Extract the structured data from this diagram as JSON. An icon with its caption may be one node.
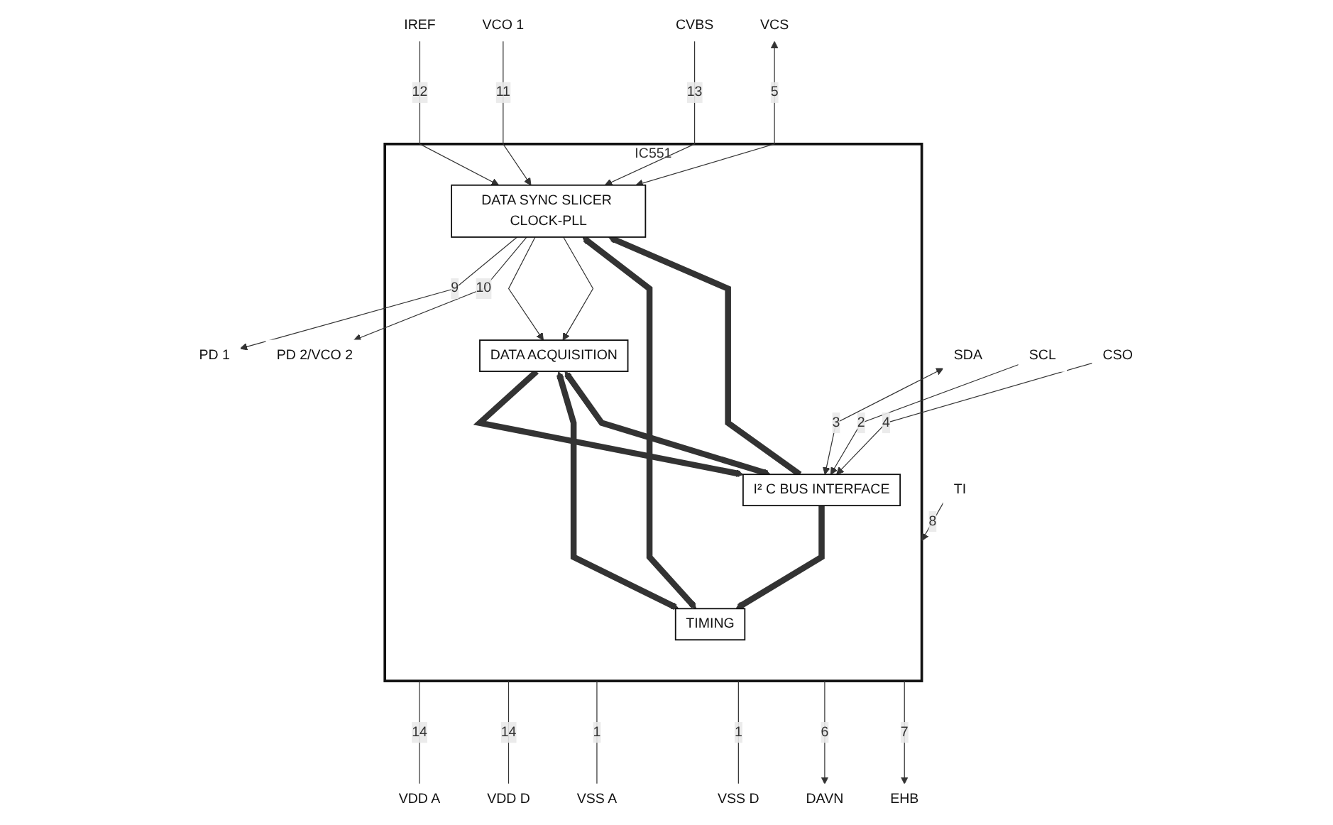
{
  "diagram": {
    "nodes": [
      {
        "text": [
          "IC551"
        ]
      },
      {
        "text": [
          "DATA SYNC SLICER CLOCK-PLL"
        ],
        "in": 0
      },
      {
        "text": [
          "DATA ACQUISITION"
        ],
        "in": 0
      },
      {
        "text": [
          "I² C BUS INTERFACE"
        ],
        "in": 0
      },
      {
        "text": [
          "TIMING"
        ],
        "in": 0
      },
      {
        "text": [
          "PD 1"
        ]
      },
      {
        "text": [
          "PD 2/VCO 2"
        ]
      },
      {
        "text": [
          "IREF"
        ]
      },
      {
        "text": [
          "VCO 1"
        ]
      },
      {
        "text": [
          "CVBS"
        ]
      },
      {
        "text": [
          "VCS"
        ]
      },
      {
        "text": [
          "SDA"
        ]
      },
      {
        "text": [
          "SCL"
        ]
      },
      {
        "text": [
          "CSO"
        ]
      },
      {
        "text": [
          "VDD A"
        ]
      },
      {
        "text": [
          "VDD D"
        ]
      },
      {
        "text": [
          "VSS A"
        ]
      },
      {
        "text": [
          "VSS D"
        ]
      },
      {
        "text": [
          "DAVN"
        ]
      },
      {
        "text": [
          "EHB"
        ]
      },
      {
        "text": [
          "TI"
        ]
      }
    ],
    "edges": [
      {
        "from": 1,
        "to": 5,
        "arrow": "to",
        "label": "9"
      },
      {
        "from": 1,
        "to": 6,
        "arrow": "to",
        "label": "10"
      },
      {
        "from": 7,
        "to": 1,
        "arrow": "to",
        "label": "12"
      },
      {
        "from": 8,
        "to": 1,
        "arrow": "to",
        "label": "11"
      },
      {
        "from": 9,
        "to": 1,
        "arrow": "to",
        "label": "13"
      },
      {
        "from": 10,
        "to": 1,
        "arrow": "both",
        "label": "5"
      },
      {
        "from": 3,
        "to": 1,
        "arrow": "to",
        "style": "thick"
      },
      {
        "from": 3,
        "to": 2,
        "arrow": "both",
        "style": "thick"
      },
      {
        "from": 1,
        "to": 2,
        "arrow": "to"
      },
      {
        "from": 1,
        "to": 2,
        "arrow": "to"
      },
      {
        "from": 2,
        "to": 3,
        "arrow": "to",
        "style": "thick"
      },
      {
        "from": 11,
        "to": 3,
        "arrow": "both",
        "label": "3"
      },
      {
        "from": 12,
        "to": 3,
        "arrow": "to",
        "label": "2"
      },
      {
        "from": 13,
        "to": 3,
        "arrow": "to",
        "label": "4"
      },
      {
        "from": 1,
        "to": 4,
        "arrow": "both",
        "style": "thick"
      },
      {
        "from": 2,
        "to": 4,
        "arrow": "both",
        "style": "thick"
      },
      {
        "from": 3,
        "to": 4,
        "arrow": "to",
        "style": "thick"
      },
      {
        "from": 14,
        "to": 0,
        "arrow": "none",
        "label": "14"
      },
      {
        "from": 15,
        "to": 0,
        "arrow": "none",
        "label": "14"
      },
      {
        "from": 16,
        "to": 0,
        "arrow": "none",
        "label": "1"
      },
      {
        "from": 17,
        "to": 0,
        "arrow": "none",
        "label": "1"
      },
      {
        "from": 0,
        "to": 18,
        "arrow": "to",
        "label": "6"
      },
      {
        "from": 0,
        "to": 19,
        "arrow": "to",
        "label": "7"
      },
      {
        "from": 20,
        "to": 0,
        "arrow": "to",
        "label": "8"
      }
    ]
  }
}
